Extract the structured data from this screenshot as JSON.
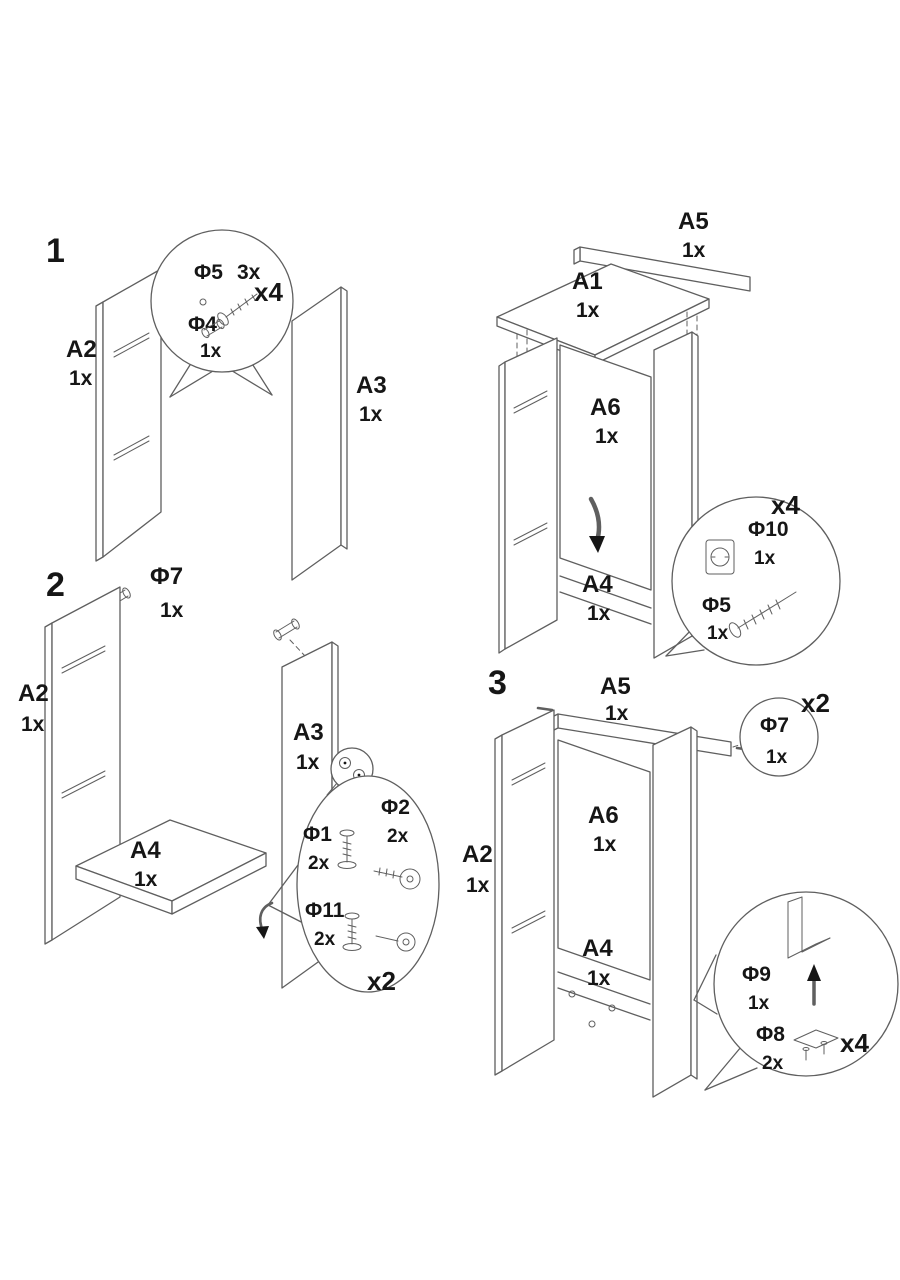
{
  "document": {
    "type": "furniture-assembly-instructions",
    "background": "#ffffff",
    "line_color": "#5f5f5f",
    "text_color": "#161616"
  },
  "step1": {
    "number": "1",
    "panel_a2": {
      "name": "A2",
      "qty": "1x"
    },
    "panel_a3": {
      "name": "A3",
      "qty": "1x"
    },
    "callout": {
      "phi5": {
        "name": "Φ5",
        "qty": "3x"
      },
      "phi4": {
        "name": "Φ4",
        "qty": "1x"
      },
      "multiplier": "x4"
    }
  },
  "step2": {
    "number": "2",
    "dowel_phi7": {
      "name": "Φ7",
      "qty": "1x"
    },
    "panel_a2": {
      "name": "A2",
      "qty": "1x"
    },
    "panel_a3": {
      "name": "A3",
      "qty": "1x"
    },
    "panel_a4": {
      "name": "A4",
      "qty": "1x"
    },
    "callout": {
      "phi1": {
        "name": "Φ1",
        "qty": "2x"
      },
      "phi2": {
        "name": "Φ2",
        "qty": "2x"
      },
      "phi11": {
        "name": "Φ11",
        "qty": "2x"
      },
      "multiplier": "x2"
    },
    "assembly": {
      "rail_a5": {
        "name": "A5",
        "qty": "1x"
      },
      "panel_a1": {
        "name": "A1",
        "qty": "1x"
      },
      "panel_a6": {
        "name": "A6",
        "qty": "1x"
      },
      "panel_a4": {
        "name": "A4",
        "qty": "1x"
      },
      "callout": {
        "multiplier": "x4",
        "phi10": {
          "name": "Φ10",
          "qty": "1x"
        },
        "phi5": {
          "name": "Φ5",
          "qty": "1x"
        }
      }
    }
  },
  "step3": {
    "number": "3",
    "rail_a5": {
      "name": "A5",
      "qty": "1x"
    },
    "dowel_phi7": {
      "name": "Φ7",
      "qty": "1x",
      "multiplier": "x2"
    },
    "panel_a2": {
      "name": "A2",
      "qty": "1x"
    },
    "panel_a6": {
      "name": "A6",
      "qty": "1x"
    },
    "panel_a4": {
      "name": "A4",
      "qty": "1x"
    },
    "callout": {
      "phi9": {
        "name": "Φ9",
        "qty": "1x"
      },
      "phi8": {
        "name": "Φ8",
        "qty": "2x"
      },
      "multiplier": "x4"
    }
  }
}
